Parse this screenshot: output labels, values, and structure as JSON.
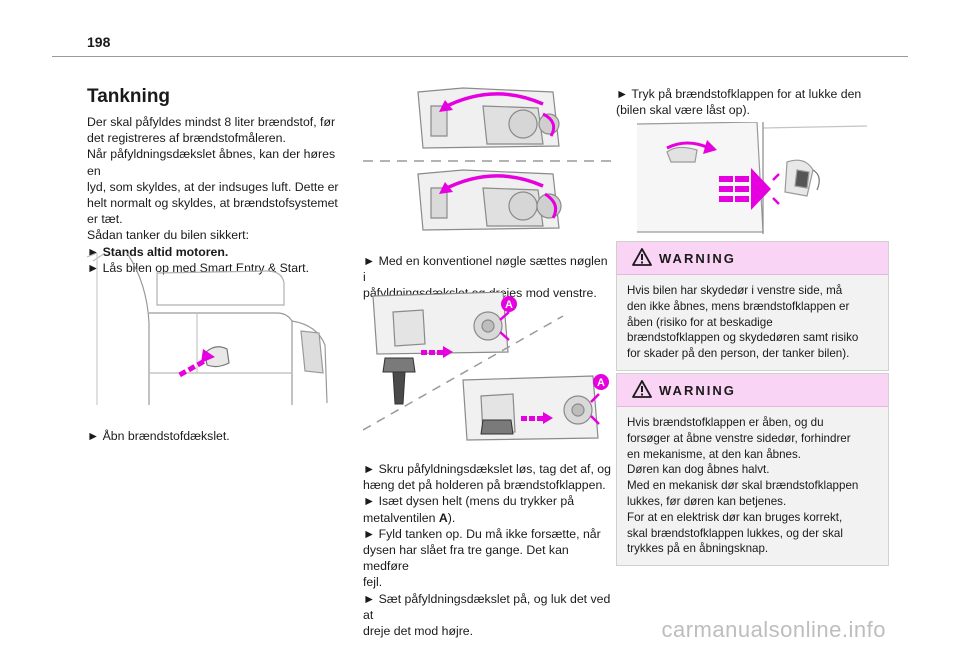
{
  "page_number": "198",
  "col1": {
    "heading": "Tankning",
    "lines": [
      "Der skal påfyldes mindst 8 liter brændstof, før",
      "det registreres af brændstofmåleren.",
      "Når påfyldningsdækslet åbnes, kan der høres en",
      "lyd, som skyldes, at der indsuges luft. Dette er",
      "helt normalt og skyldes, at brændstofsystemet",
      "er tæt.",
      "Sådan tanker du bilen sikkert:"
    ],
    "bullet_bold": "► Stands altid motoren.",
    "bullet_2": "► Lås bilen op med Smart Entry & Start.",
    "caption": "► Åbn brændstofdækslet."
  },
  "col2": {
    "caption1_lines": [
      "► Med en konventionel nøgle sættes nøglen i",
      "påfyldningsdækslet og drejes mod venstre."
    ],
    "label_a1": "A",
    "label_a2": "A",
    "steps_lines": [
      "► Skru påfyldningsdækslet løs, tag det af, og",
      "hæng det på holderen på brændstofklappen.",
      "► Isæt dysen helt (mens du trykker på",
      "metalventilen ",
      "► Fyld tanken op. Du må ikke forsætte, når",
      "dysen har slået fra tre gange. Det kan medføre",
      "fejl.",
      "► Sæt påfyldningsdækslet på, og luk det ved at",
      "dreje det mod højre."
    ],
    "valve_letter": "A",
    "valve_suffix": ")."
  },
  "col3": {
    "intro_lines": [
      "► Tryk på brændstofklappen for at lukke den",
      "(bilen skal være låst op)."
    ],
    "warning1": {
      "title": "WARNING",
      "lines": [
        "Hvis bilen har skydedør i venstre side, må",
        "den ikke åbnes, mens brændstofklappen er",
        "åben (risiko for at beskadige",
        "brændstofklappen og skydedøren samt risiko",
        "for skader på den person, der tanker bilen)."
      ]
    },
    "warning2": {
      "title": "WARNING",
      "lines": [
        "Hvis brændstofklappen er åben, og du",
        "forsøger at åbne venstre sidedør, forhindrer",
        "en mekanisme, at den kan åbnes.",
        "Døren kan dog åbnes halvt.",
        "Med en mekanisk dør skal brændstofklappen",
        "lukkes, før døren kan betjenes.",
        "For at en elektrisk dør kan bruges korrekt,",
        "skal brændstofklappen lukkes, og der skal",
        "trykkes på en åbningsknap."
      ]
    }
  },
  "watermark": "carmanualsonline.info",
  "colors": {
    "accent": "#e600e0",
    "warning_header": "#f9d4f4",
    "warning_body": "#f2f2f2"
  }
}
